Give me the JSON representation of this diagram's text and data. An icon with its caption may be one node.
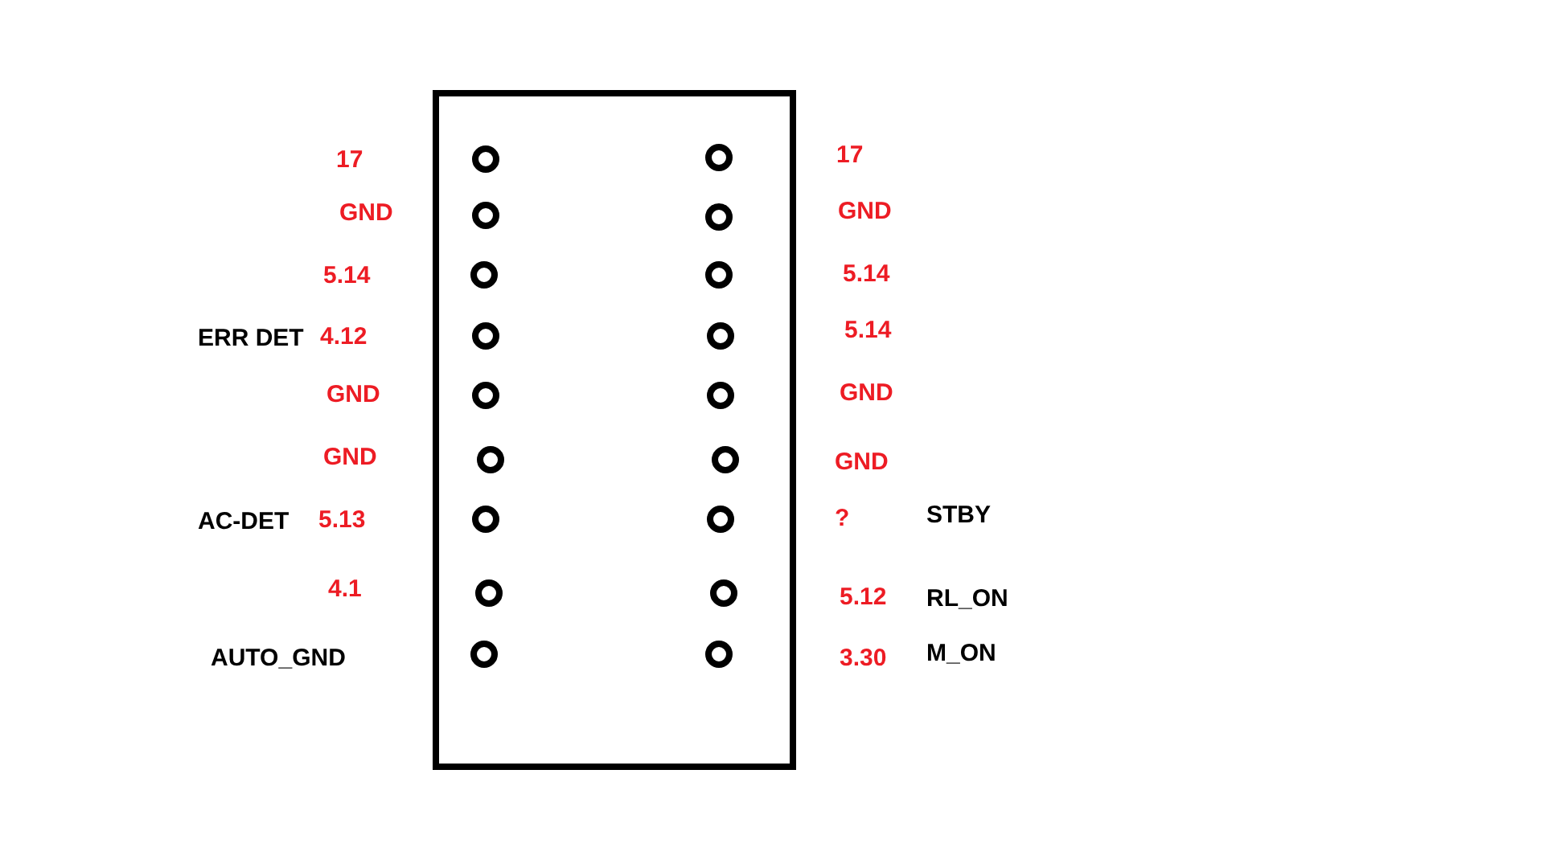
{
  "diagram": {
    "labels": [
      "17",
      "17",
      "GND",
      "GND",
      "5.14",
      "5.14",
      "ERR DET",
      "4.12",
      "5.14",
      "GND",
      "GND",
      "GND",
      "GND",
      "AC-DET",
      "5.13",
      "?",
      "STBY",
      "4.1",
      "5.12",
      "RL_ON",
      "AUTO_GND",
      "3.30",
      "M_ON"
    ]
  }
}
